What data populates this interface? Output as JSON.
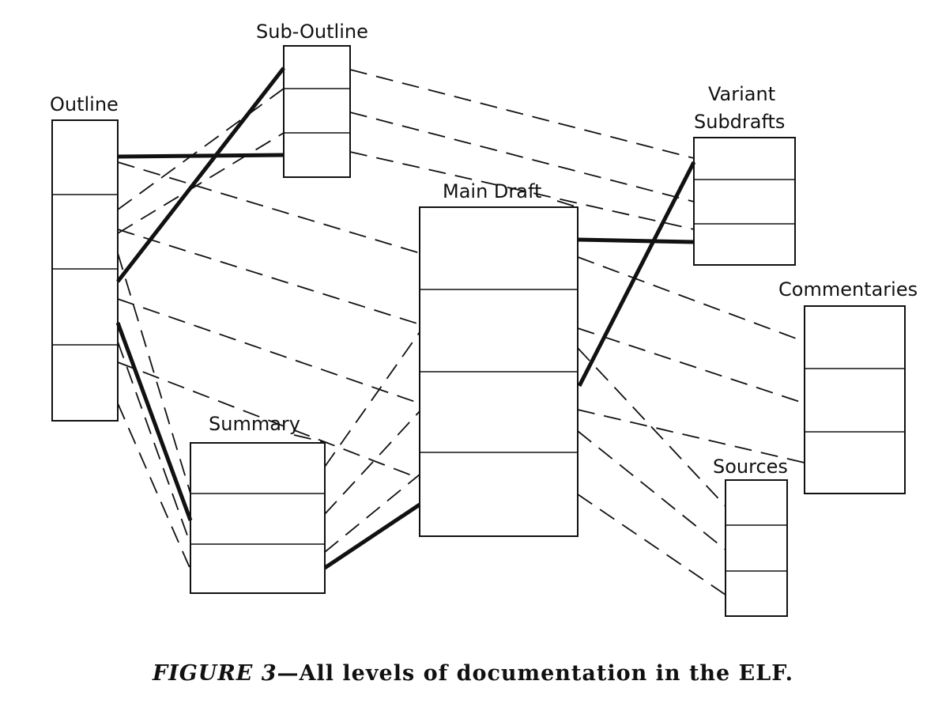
{
  "labels": {
    "outline": "Outline",
    "sub_outline": "Sub-Outline",
    "variant_line1": "Variant",
    "variant_line2": "Subdrafts",
    "main_draft": "Main Draft",
    "commentaries": "Commentaries",
    "summary": "Summary",
    "sources": "Sources"
  },
  "caption": {
    "figure": "FIGURE 3",
    "text": "—All levels of documentation in the ELF."
  }
}
